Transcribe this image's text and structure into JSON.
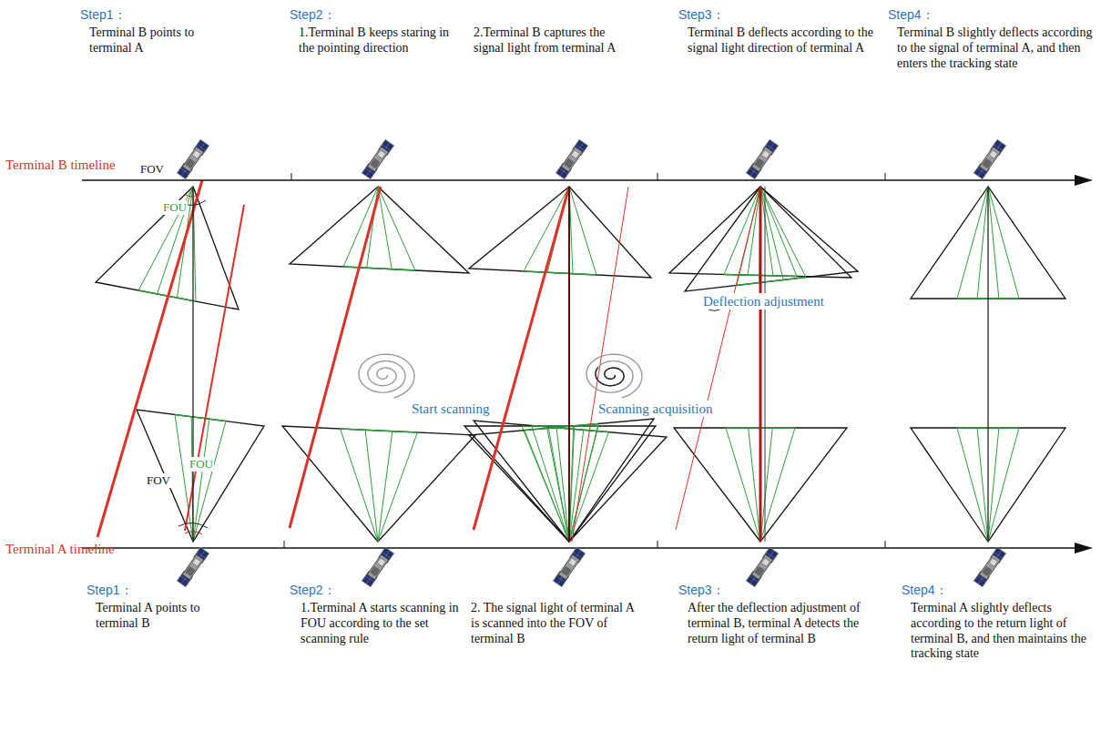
{
  "diagram": {
    "labels": [
      "Step1：",
      "Terminal B points to terminal A",
      "Step2：",
      "1.Terminal B keeps staring in the pointing direction",
      "2.Terminal B captures the signal light from terminal A",
      "Step3：",
      "Terminal B deflects according to the signal light direction of terminal A",
      "Step4：",
      "Terminal B slightly deflects according to the signal of terminal A, and then enters the tracking state",
      "Terminal B timeline",
      "FOV",
      "FOU",
      "Deflection adjustment",
      "Start scanning",
      "Scanning acquisition",
      "FOU",
      "FOV",
      "Terminal A timeline",
      "Step1：",
      "Terminal A points to terminal B",
      "Step2：",
      "1.Terminal A starts scanning in FOU according to the set scanning rule",
      "2. The signal light of terminal A is scanned into the FOV of terminal B",
      "Step3：",
      "After the deflection adjustment of terminal B, terminal A detects the return light of terminal B",
      "Step4：",
      "Terminal A slightly deflects according to the return light of terminal B, and then maintains the tracking state"
    ]
  }
}
